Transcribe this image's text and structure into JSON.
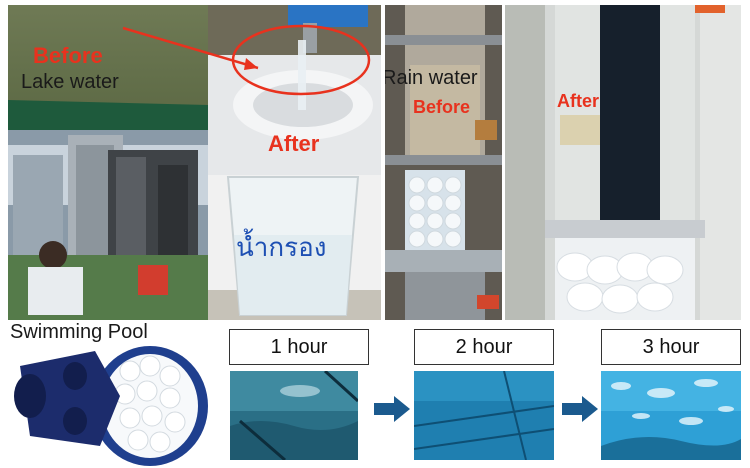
{
  "lake": {
    "before_label": "Before",
    "title": "Lake water",
    "after_label": "After",
    "glass_text": "น้ำกรอง"
  },
  "rain": {
    "title": "Rain water",
    "before_label": "Before",
    "after_label": "After"
  },
  "pool": {
    "title": "Swimming Pool",
    "steps": [
      {
        "label": "1 hour"
      },
      {
        "label": "2 hour"
      },
      {
        "label": "3 hour"
      }
    ]
  },
  "colors": {
    "accent_red": "#e8321e",
    "arrow_blue": "#1b5a8e",
    "water_blue": "#1f7fb0"
  }
}
